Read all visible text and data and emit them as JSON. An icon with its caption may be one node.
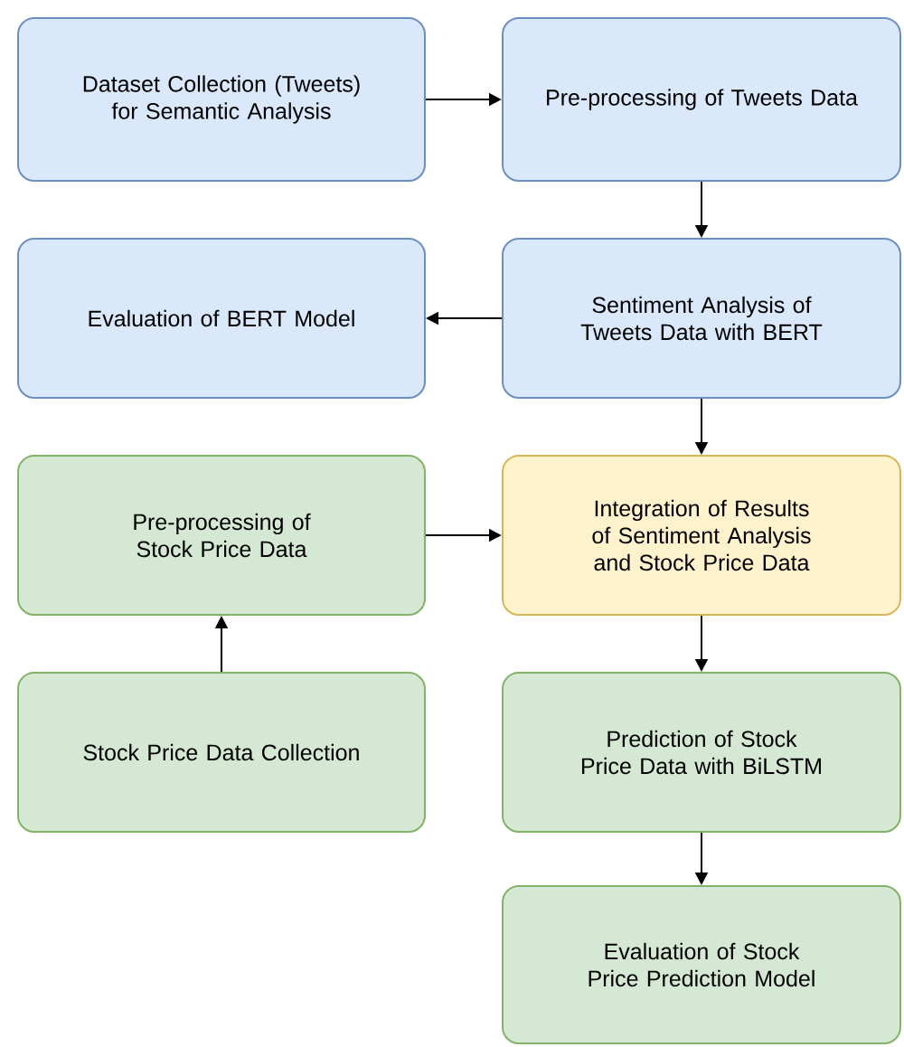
{
  "diagram": {
    "nodes": [
      {
        "text": [
          "Dataset Collection (Tweets) for Semantic Analysis"
        ]
      },
      {
        "text": [
          "Pre-processing of Tweets Data"
        ]
      },
      {
        "text": [
          "Evaluation of BERT Model"
        ]
      },
      {
        "text": [
          "Sentiment Analysis of Tweets Data with BERT"
        ]
      },
      {
        "text": [
          "Pre-processing of Stock Price Data"
        ]
      },
      {
        "text": [
          "Integration of Results of Sentiment Analysis and Stock Price Data"
        ]
      },
      {
        "text": [
          "Stock Price Data Collection"
        ]
      },
      {
        "text": [
          "Prediction of Stock Price Data with BiLSTM"
        ]
      },
      {
        "text": [
          "Evaluation of Stock Price Prediction Model"
        ]
      }
    ],
    "edges": [
      {
        "from": 0,
        "to": 1,
        "arrow": "to"
      },
      {
        "from": 1,
        "to": 3,
        "arrow": "to"
      },
      {
        "from": 3,
        "to": 2,
        "arrow": "to"
      },
      {
        "from": 3,
        "to": 5,
        "arrow": "to"
      },
      {
        "from": 4,
        "to": 5,
        "arrow": "to"
      },
      {
        "from": 6,
        "to": 4,
        "arrow": "to"
      },
      {
        "from": 5,
        "to": 7,
        "arrow": "to"
      },
      {
        "from": 7,
        "to": 8,
        "arrow": "to"
      }
    ]
  }
}
